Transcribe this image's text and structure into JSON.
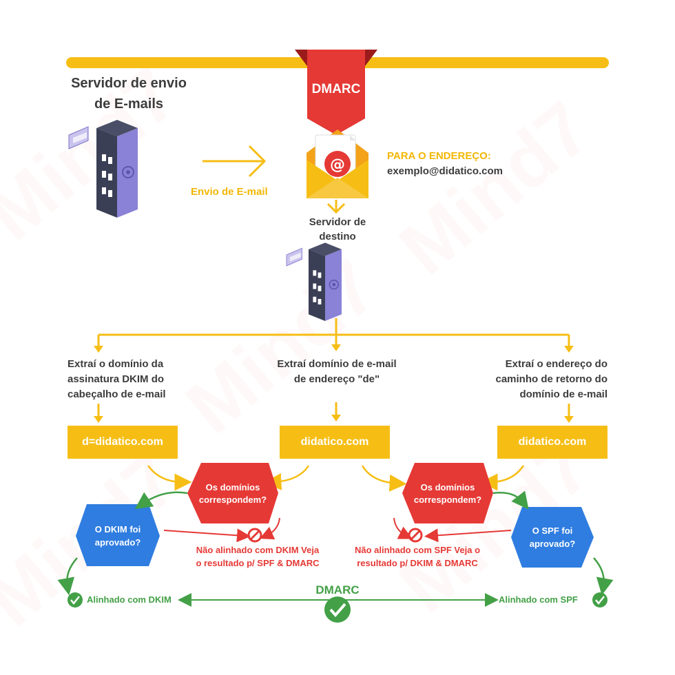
{
  "sender": {
    "title_line1": "Servidor de envio",
    "title_line2": "de E-mails"
  },
  "dmarc_badge": "DMARC",
  "send_label": "Envio de E-mail",
  "recipient": {
    "label": "PARA O ENDEREÇO:",
    "address": "exemplo@didatico.com"
  },
  "dest_server": {
    "line1": "Servidor de",
    "line2": "destino"
  },
  "branches": {
    "left": {
      "line1": "Extraí o domínio da",
      "line2": "assinatura DKIM do",
      "line3": "cabeçalho de e-mail",
      "box": "d=didatico.com"
    },
    "middle": {
      "line1": "Extraí domínio de e-mail",
      "line2": "de endereço \"de\"",
      "box": "didatico.com"
    },
    "right": {
      "line1": "Extraí o endereço do",
      "line2": "caminho de retorno do",
      "line3": "domínio de e-mail",
      "box": "didatico.com"
    }
  },
  "match_question": {
    "line1": "Os domínios",
    "line2": "correspondem?"
  },
  "dkim_question": {
    "line1": "O DKIM foi",
    "line2": "aprovado?"
  },
  "spf_question": {
    "line1": "O SPF foi",
    "line2": "aprovado?"
  },
  "not_aligned_dkim": {
    "line1": "Não alinhado com DKIM Veja",
    "line2": "o resultado p/ SPF & DMARC"
  },
  "not_aligned_spf": {
    "line1": "Não alinhado com SPF Veja o",
    "line2": "resultado p/ DKIM & DMARC"
  },
  "aligned_dkim": "Alinhado com DKIM",
  "aligned_spf": "Alinhado com SPF",
  "dmarc_result": "DMARC",
  "watermark": "Mind7",
  "colors": {
    "yellow": "#f6be15",
    "red": "#e53935",
    "blue": "#2f7de0",
    "green": "#43a047",
    "server": "#8a82d6"
  }
}
